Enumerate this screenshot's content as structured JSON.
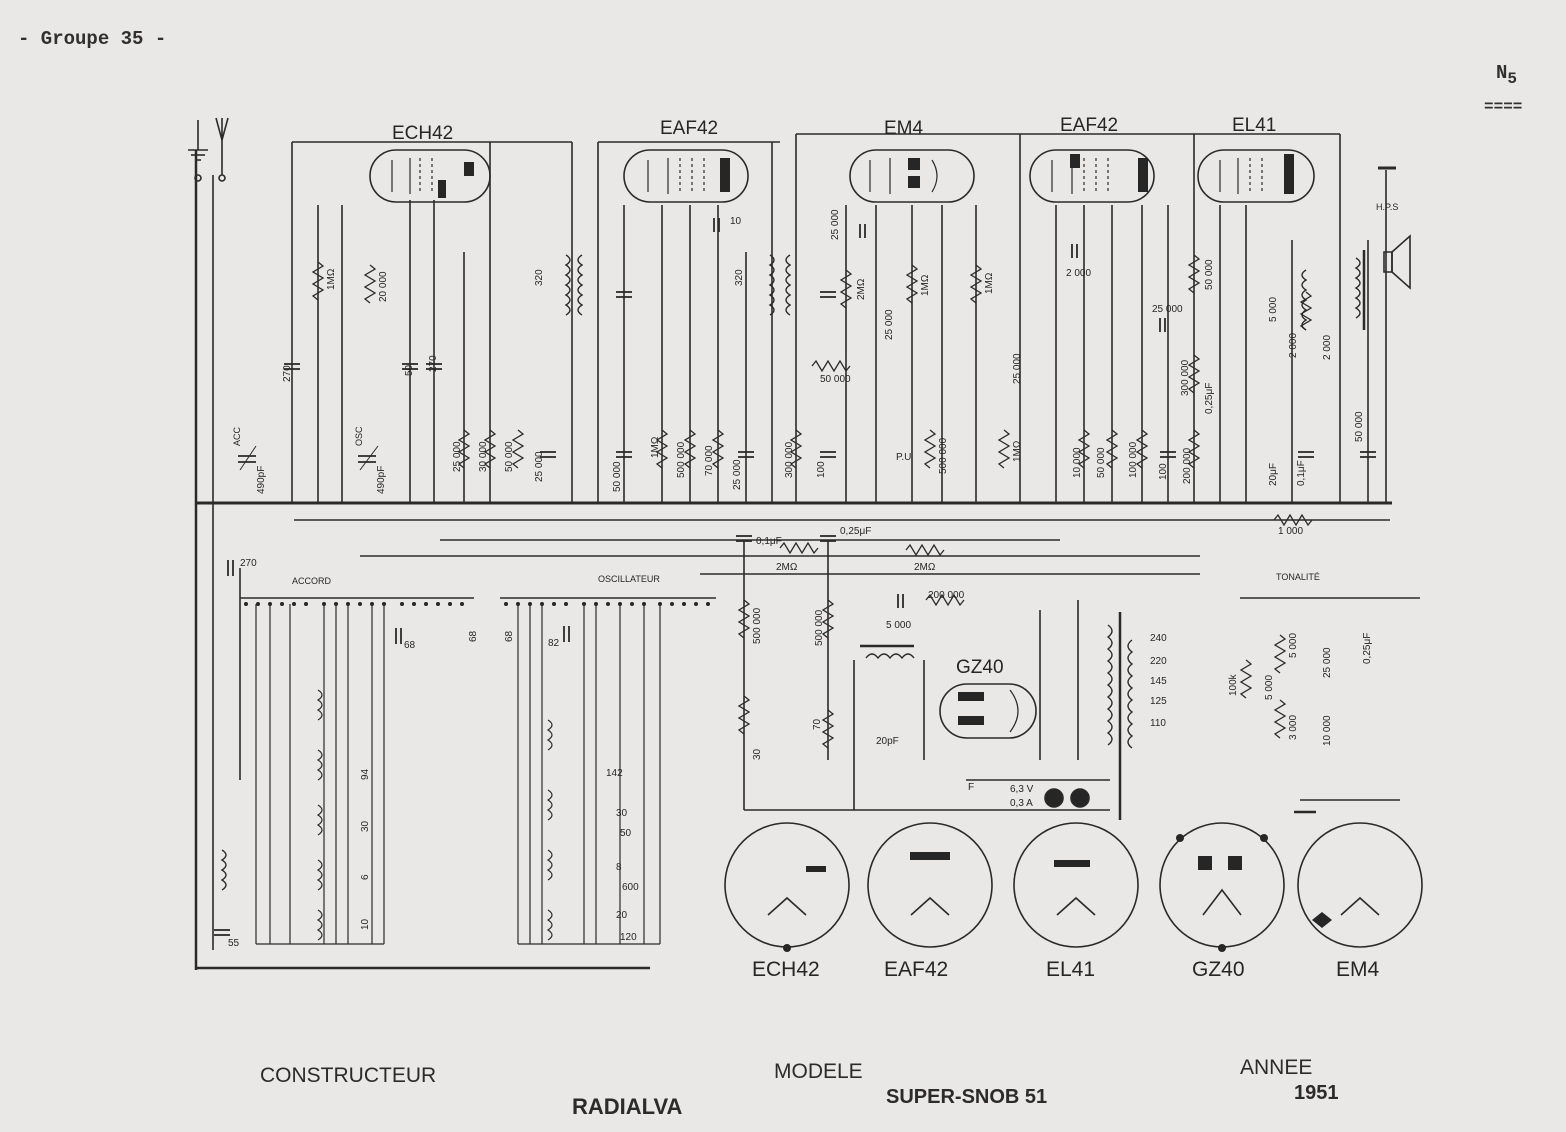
{
  "header": {
    "group": "- Groupe 35 -",
    "sheet_number": "N",
    "sheet_sub": "5",
    "sheet_mark": "===="
  },
  "tubes": {
    "t1": "ECH42",
    "t2": "EAF42",
    "t3": "EM4",
    "t4": "EAF42",
    "t5": "EL41",
    "rect": "GZ40"
  },
  "sockets": [
    "ECH42",
    "EAF42",
    "EL41",
    "GZ40",
    "EM4"
  ],
  "labels": {
    "hps": "H.P.S",
    "accord": "ACCORD",
    "oscillateur": "OSCILLATEUR",
    "tonalite": "TONALITÉ",
    "pu": "P.U",
    "acc": "ACC",
    "osc": "OSC",
    "f": "F",
    "heater_v": "6,3 V",
    "heater_a": "0,3 A",
    "mains": [
      "240",
      "220",
      "145",
      "125",
      "110"
    ]
  },
  "values": {
    "c270a": "270",
    "c490a": "490pF",
    "r1m": "1MΩ",
    "r20k": "20 000",
    "c270b": "270",
    "c50": "50",
    "c270c": "270",
    "c490b": "490pF",
    "c320a": "320",
    "r25k": "25 000",
    "r30k": "30 000",
    "r50k": "50 000",
    "c25k": "25 000",
    "c50k": "50 000",
    "r1m2": "1MΩ",
    "r500k": "500 000",
    "r70k": "70 000",
    "c25k2": "25 000",
    "c10": "10",
    "c320b": "320",
    "c25k3": "25 000",
    "r2m": "2MΩ",
    "r300k": "300 000",
    "c100": "100",
    "r50k2": "50 000",
    "c25k4": "25 000",
    "r1m3": "1MΩ",
    "r1m4": "1MΩ",
    "r500k2": "500 000",
    "c25k5": "25 000",
    "r1m5": "1MΩ",
    "c2000": "2 000",
    "r10k": "10 000",
    "r50k3": "50 000",
    "r100k": "100 000",
    "c100b": "100",
    "c25k6": "25 000",
    "r50k4": "50 000",
    "r300k2": "300 000",
    "c025": "0,25μF",
    "r200k": "200 000",
    "r5000": "5 000",
    "c2000b": "2 000",
    "c2000c": "2 000",
    "c20uf": "20μF",
    "c01": "0,1μF",
    "c50k2": "50 000",
    "r1000": "1 000",
    "c270d": "270",
    "c68a": "68",
    "c68b": "68",
    "c68c": "68",
    "c82": "82",
    "c01b": "0,1μF",
    "r2mb": "2MΩ",
    "c025b": "0,25μF",
    "r2mc": "2MΩ",
    "c5000": "5 000",
    "r200kb": "200 000",
    "r500k3": "500 000",
    "r500k4": "500 000",
    "r30": "30",
    "r70": "70",
    "c20pf": "20pF",
    "c94": "94",
    "c30": "30",
    "c6": "6",
    "c10b": "10",
    "c142": "142",
    "c30b": "30",
    "c50b": "50",
    "c8": "8",
    "c600": "600",
    "c20": "20",
    "c120": "120",
    "c55": "55",
    "r100k2": "100k",
    "r5000b": "5 000",
    "r5000c": "5 000",
    "r3000": "3 000",
    "c25k7": "25 000",
    "c10k": "10 000",
    "c025c": "0,25μF"
  },
  "footer": {
    "constructeur_label": "CONSTRUCTEUR",
    "constructeur": "RADIALVA",
    "modele_label": "MODELE",
    "modele": "SUPER-SNOB 51",
    "annee_label": "ANNEE",
    "annee": "1951"
  }
}
